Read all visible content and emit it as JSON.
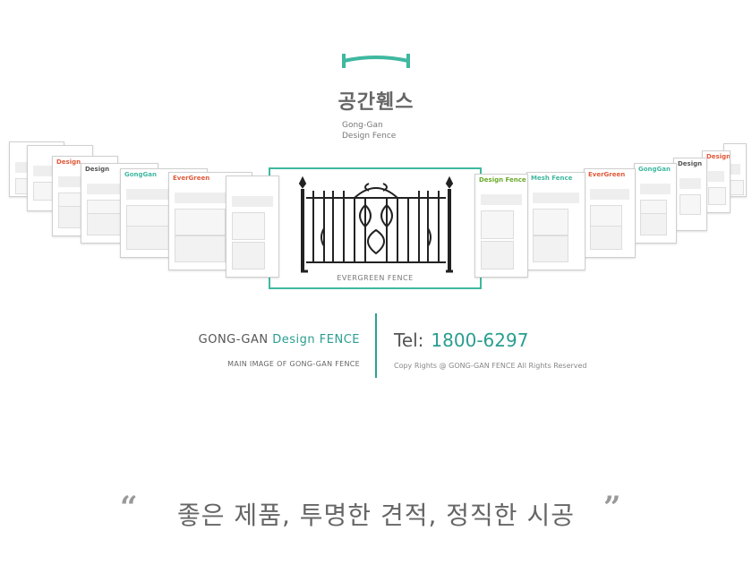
{
  "logo": {
    "korean_name": "공간휀스",
    "english_line1": "Gong-Gan",
    "english_line2": "Design Fence",
    "accent_color": "#3fb8a0"
  },
  "cards": [
    {
      "title": "",
      "color": "#e05a3a"
    },
    {
      "title": "",
      "color": "#6aaa2a"
    },
    {
      "title": "Design",
      "color": "#e05a3a"
    },
    {
      "title": "Design",
      "color": "#555555"
    },
    {
      "title": "GongGan",
      "color": "#3fb8a0"
    },
    {
      "title": "EverGreen",
      "color": "#e05a3a"
    },
    {
      "title": "Design Fence",
      "color": "#6aaa2a"
    },
    {
      "title": "Mesh Fence",
      "color": "#3fb8a0"
    },
    {
      "title": "EverGreen",
      "color": "#e05a3a"
    },
    {
      "title": "GongGan",
      "color": "#3fb8a0"
    },
    {
      "title": "Design",
      "color": "#555555"
    },
    {
      "title": "Design",
      "color": "#e05a3a"
    },
    {
      "title": "",
      "color": "#6aaa2a"
    }
  ],
  "featured": {
    "caption": "EVERGREEN FENCE"
  },
  "info": {
    "brand_prefix": "GONG-GAN",
    "brand_highlight": "Design",
    "brand_suffix": "FENCE",
    "sub": "MAIN IMAGE OF GONG-GAN FENCE",
    "tel_label": "Tel:",
    "tel_number": "1800-6297",
    "copyright": "Copy Rights @ GONG-GAN FENCE All Rights Reserved",
    "accent_color": "#2a9e8f"
  },
  "slogan": {
    "open_quote": "“",
    "text": "좋은 제품, 투명한 견적, 정직한 시공",
    "close_quote": "”"
  }
}
